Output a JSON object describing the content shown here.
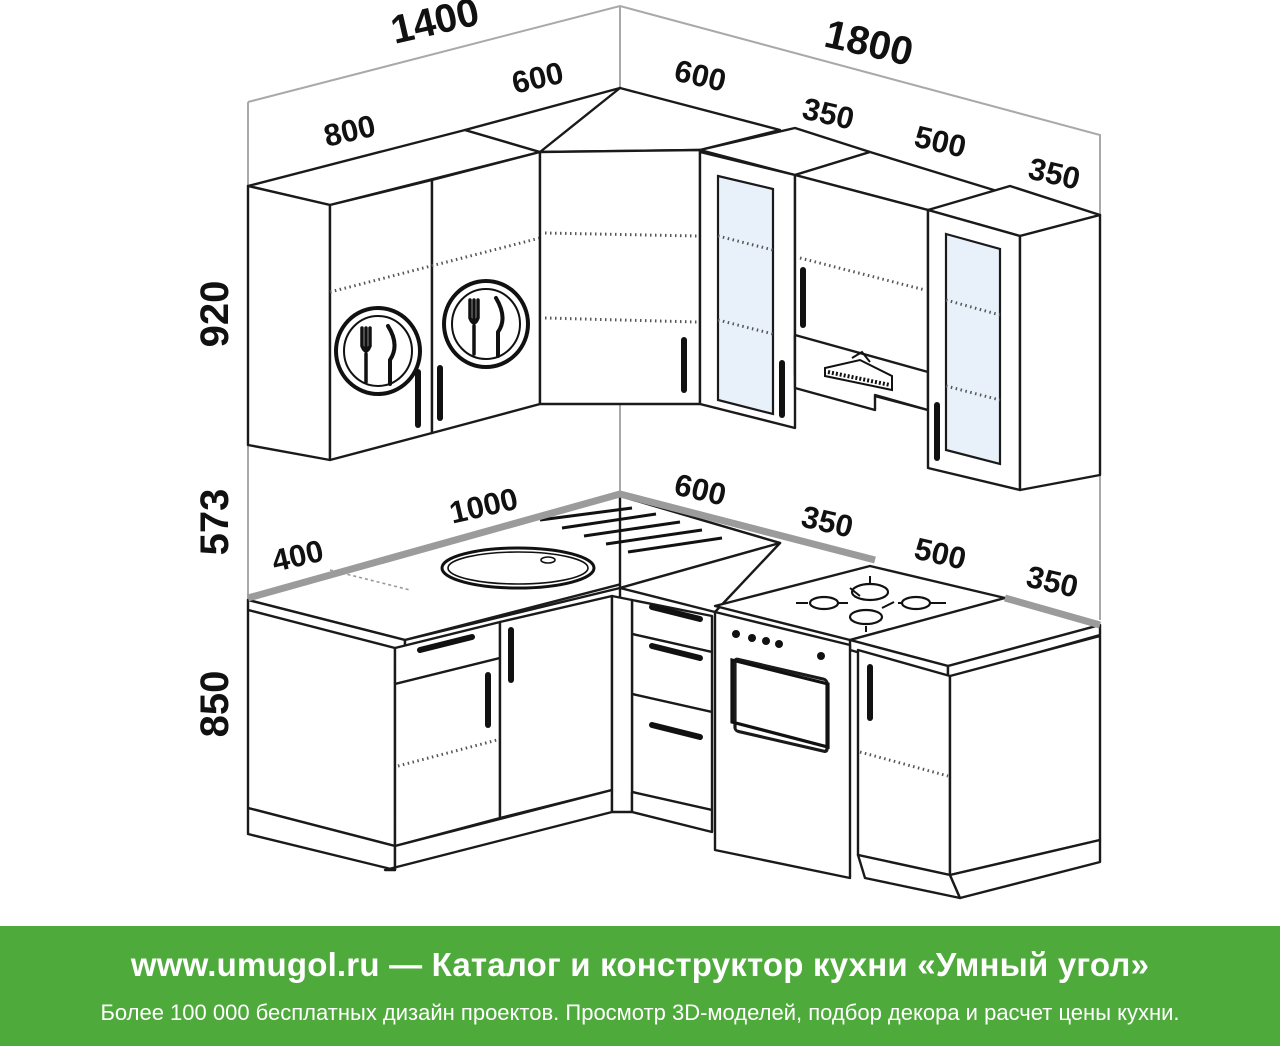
{
  "dimensions": {
    "top_left_total": "1400",
    "top_right_total": "1800",
    "upper_left_width": "800",
    "upper_corner_left": "600",
    "upper_corner_right": "600",
    "upper_right_1": "350",
    "upper_right_2": "500",
    "upper_right_3": "350",
    "height_upper": "920",
    "height_gap": "573",
    "height_base": "850",
    "base_left_1": "400",
    "base_left_2": "1000",
    "base_corner": "600",
    "base_right_1": "350",
    "base_right_2": "500",
    "base_right_3": "350"
  },
  "footer": {
    "headline": "www.umugol.ru — Каталог и конструктор кухни «Умный угол»",
    "subline": "Более 100 000 бесплатных дизайн проектов. Просмотр 3D-моделей, подбор декора и расчет цены кухни."
  },
  "colors": {
    "footer_bg": "#4faa3c",
    "glass": "#e8f1fa",
    "outline": "#1a1a1a"
  },
  "icons": [
    "fork-knife-plate-icon",
    "sink-icon",
    "stove-burner-icon",
    "range-hood-icon"
  ]
}
